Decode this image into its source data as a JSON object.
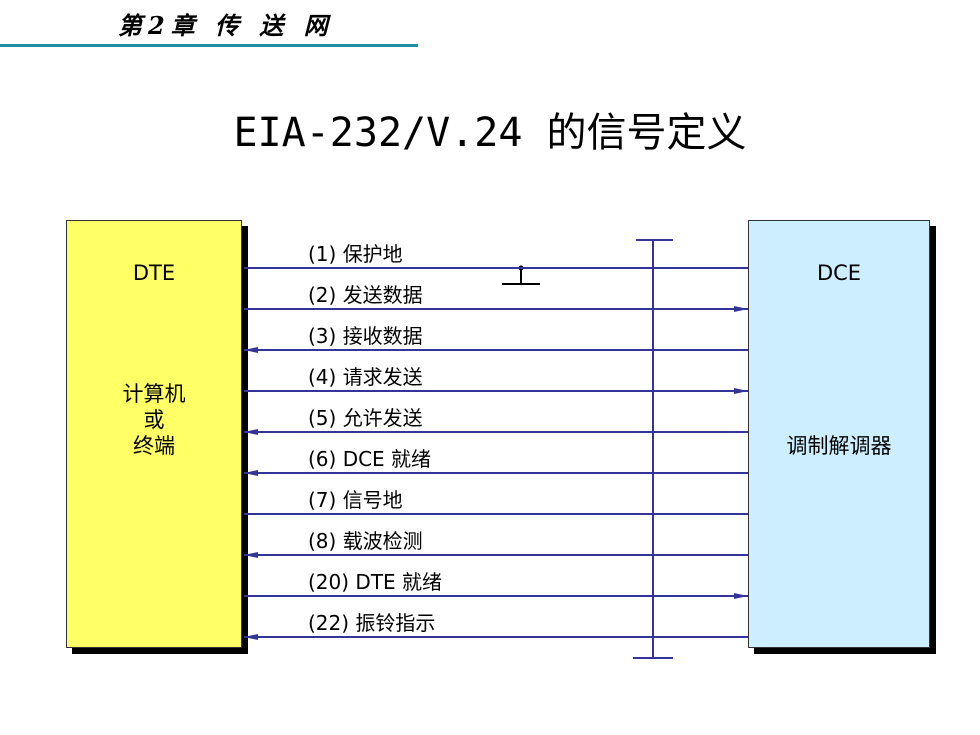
{
  "header": {
    "chapter": "第2章 传 送 网"
  },
  "title": "EIA-232/V.24 的信号定义",
  "dte": {
    "name": "DTE",
    "desc": [
      "计算机",
      "或",
      "终端"
    ]
  },
  "dce": {
    "name": "DCE",
    "desc": "调制解调器"
  },
  "signals": [
    {
      "label": "(1) 保护地",
      "direction": "none"
    },
    {
      "label": "(2) 发送数据",
      "direction": "to-dce"
    },
    {
      "label": "(3) 接收数据",
      "direction": "to-dte"
    },
    {
      "label": "(4) 请求发送",
      "direction": "to-dce"
    },
    {
      "label": "(5) 允许发送",
      "direction": "to-dte"
    },
    {
      "label": "(6) DCE 就绪",
      "direction": "to-dte"
    },
    {
      "label": "(7) 信号地",
      "direction": "none"
    },
    {
      "label": "(8) 载波检测",
      "direction": "to-dte"
    },
    {
      "label": "(20) DTE 就绪",
      "direction": "to-dce"
    },
    {
      "label": "(22) 振铃指示",
      "direction": "to-dte"
    }
  ],
  "colors": {
    "wire": "#333399",
    "dte_fill": "#ffff66",
    "dce_fill": "#cceeff",
    "rule": "#1f8fa6"
  }
}
